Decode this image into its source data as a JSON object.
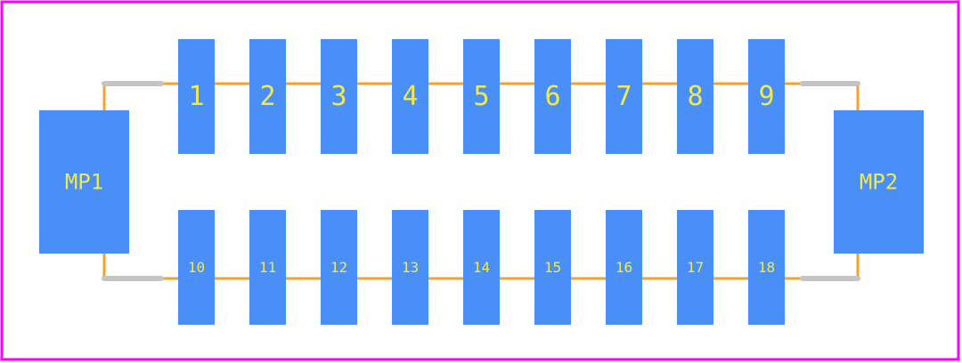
{
  "footprint": {
    "colors": {
      "border": "#ff00ff",
      "pad": "#4a8ef7",
      "outline": "#f5a02a",
      "silk": "#c4c4c4",
      "label": "#f2e94e"
    },
    "top_pads": [
      {
        "label": "1"
      },
      {
        "label": "2"
      },
      {
        "label": "3"
      },
      {
        "label": "4"
      },
      {
        "label": "5"
      },
      {
        "label": "6"
      },
      {
        "label": "7"
      },
      {
        "label": "8"
      },
      {
        "label": "9"
      }
    ],
    "bottom_pads": [
      {
        "label": "10"
      },
      {
        "label": "11"
      },
      {
        "label": "12"
      },
      {
        "label": "13"
      },
      {
        "label": "14"
      },
      {
        "label": "15"
      },
      {
        "label": "16"
      },
      {
        "label": "17"
      },
      {
        "label": "18"
      }
    ],
    "mount_pads": [
      {
        "label": "MP1"
      },
      {
        "label": "MP2"
      }
    ]
  }
}
